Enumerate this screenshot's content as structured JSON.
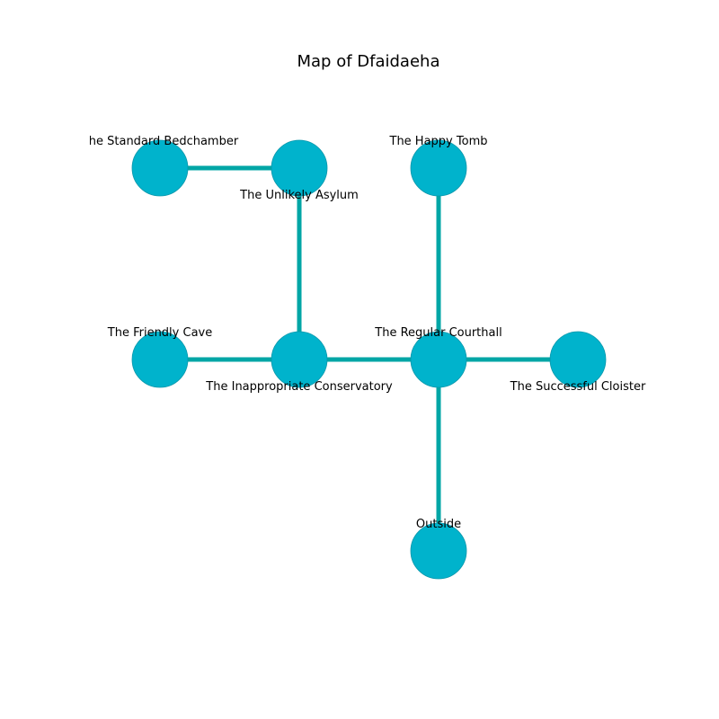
{
  "title": "Map of Dfaidaeha",
  "colors": {
    "node_fill": "#00b3cc",
    "node_stroke": "#0a97ab",
    "edge": "#00a6a6",
    "text": "#000000",
    "background": "#ffffff"
  },
  "rooms": [
    {
      "id": "standard-bedchamber",
      "name": "The Standard Bedchamber",
      "label_position": "above"
    },
    {
      "id": "unlikely-asylum",
      "name": "The Unlikely Asylum",
      "label_position": "below"
    },
    {
      "id": "happy-tomb",
      "name": "The Happy Tomb",
      "label_position": "above"
    },
    {
      "id": "friendly-cave",
      "name": "The Friendly Cave",
      "label_position": "above"
    },
    {
      "id": "inappropriate-conservatory",
      "name": "The Inappropriate Conservatory",
      "label_position": "below"
    },
    {
      "id": "regular-courthall",
      "name": "The Regular Courthall",
      "label_position": "above"
    },
    {
      "id": "successful-cloister",
      "name": "The Successful Cloister",
      "label_position": "below"
    },
    {
      "id": "outside",
      "name": "Outside",
      "label_position": "above"
    }
  ],
  "connections": [
    {
      "from": "standard-bedchamber",
      "to": "unlikely-asylum"
    },
    {
      "from": "unlikely-asylum",
      "to": "inappropriate-conservatory"
    },
    {
      "from": "friendly-cave",
      "to": "inappropriate-conservatory"
    },
    {
      "from": "inappropriate-conservatory",
      "to": "regular-courthall"
    },
    {
      "from": "happy-tomb",
      "to": "regular-courthall"
    },
    {
      "from": "regular-courthall",
      "to": "successful-cloister"
    },
    {
      "from": "regular-courthall",
      "to": "outside"
    }
  ]
}
